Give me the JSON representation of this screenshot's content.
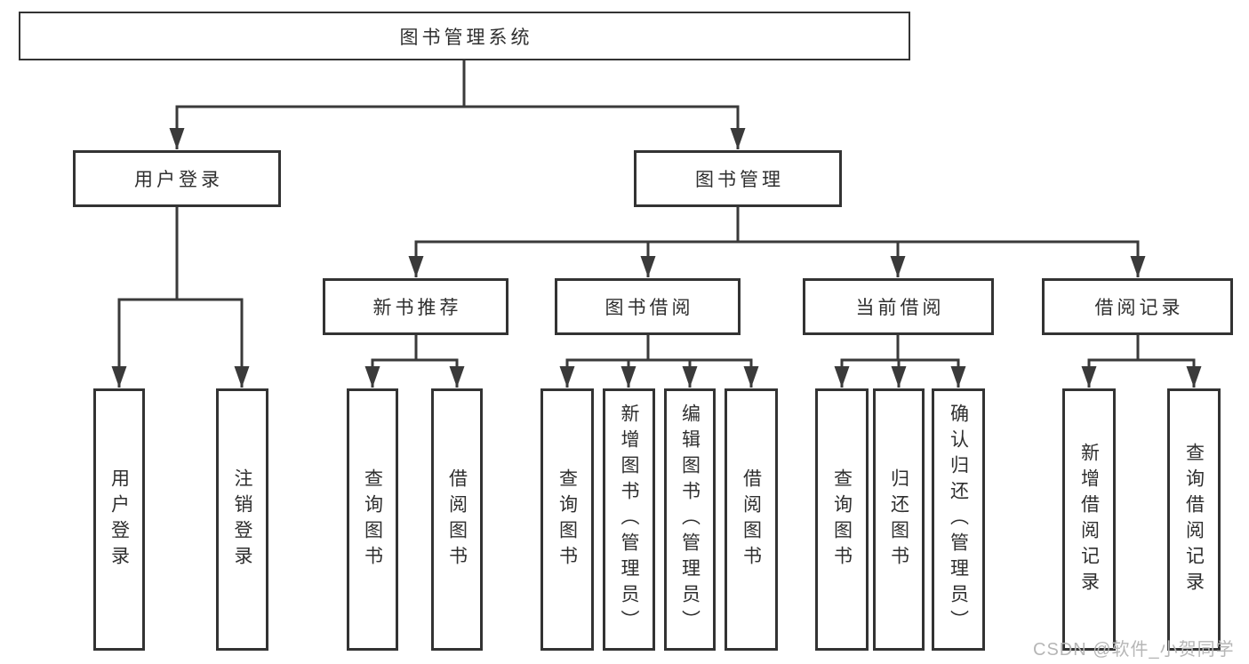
{
  "diagram": {
    "root": {
      "label": "图书管理系统"
    },
    "login_branch": {
      "label": "用户登录",
      "children": [
        {
          "label": "用户登录"
        },
        {
          "label": "注销登录"
        }
      ]
    },
    "mgmt_branch": {
      "label": "图书管理",
      "sections": [
        {
          "label": "新书推荐",
          "children": [
            {
              "label": "查询图书"
            },
            {
              "label": "借阅图书"
            }
          ]
        },
        {
          "label": "图书借阅",
          "children": [
            {
              "label": "查询图书"
            },
            {
              "label": "新增图书（管理员）"
            },
            {
              "label": "编辑图书（管理员）"
            },
            {
              "label": "借阅图书"
            }
          ]
        },
        {
          "label": "当前借阅",
          "children": [
            {
              "label": "查询图书"
            },
            {
              "label": "归还图书"
            },
            {
              "label": "确认归还（管理员）"
            }
          ]
        },
        {
          "label": "借阅记录",
          "children": [
            {
              "label": "新增借阅记录"
            },
            {
              "label": "查询借阅记录"
            }
          ]
        }
      ]
    },
    "watermark": "CSDN @软件_小贺同学",
    "colors": {
      "line": "#3a3a3a",
      "box_border": "#333333",
      "text": "#2f2f2f",
      "watermark": "#b6b6b6",
      "background": "#ffffff"
    }
  }
}
